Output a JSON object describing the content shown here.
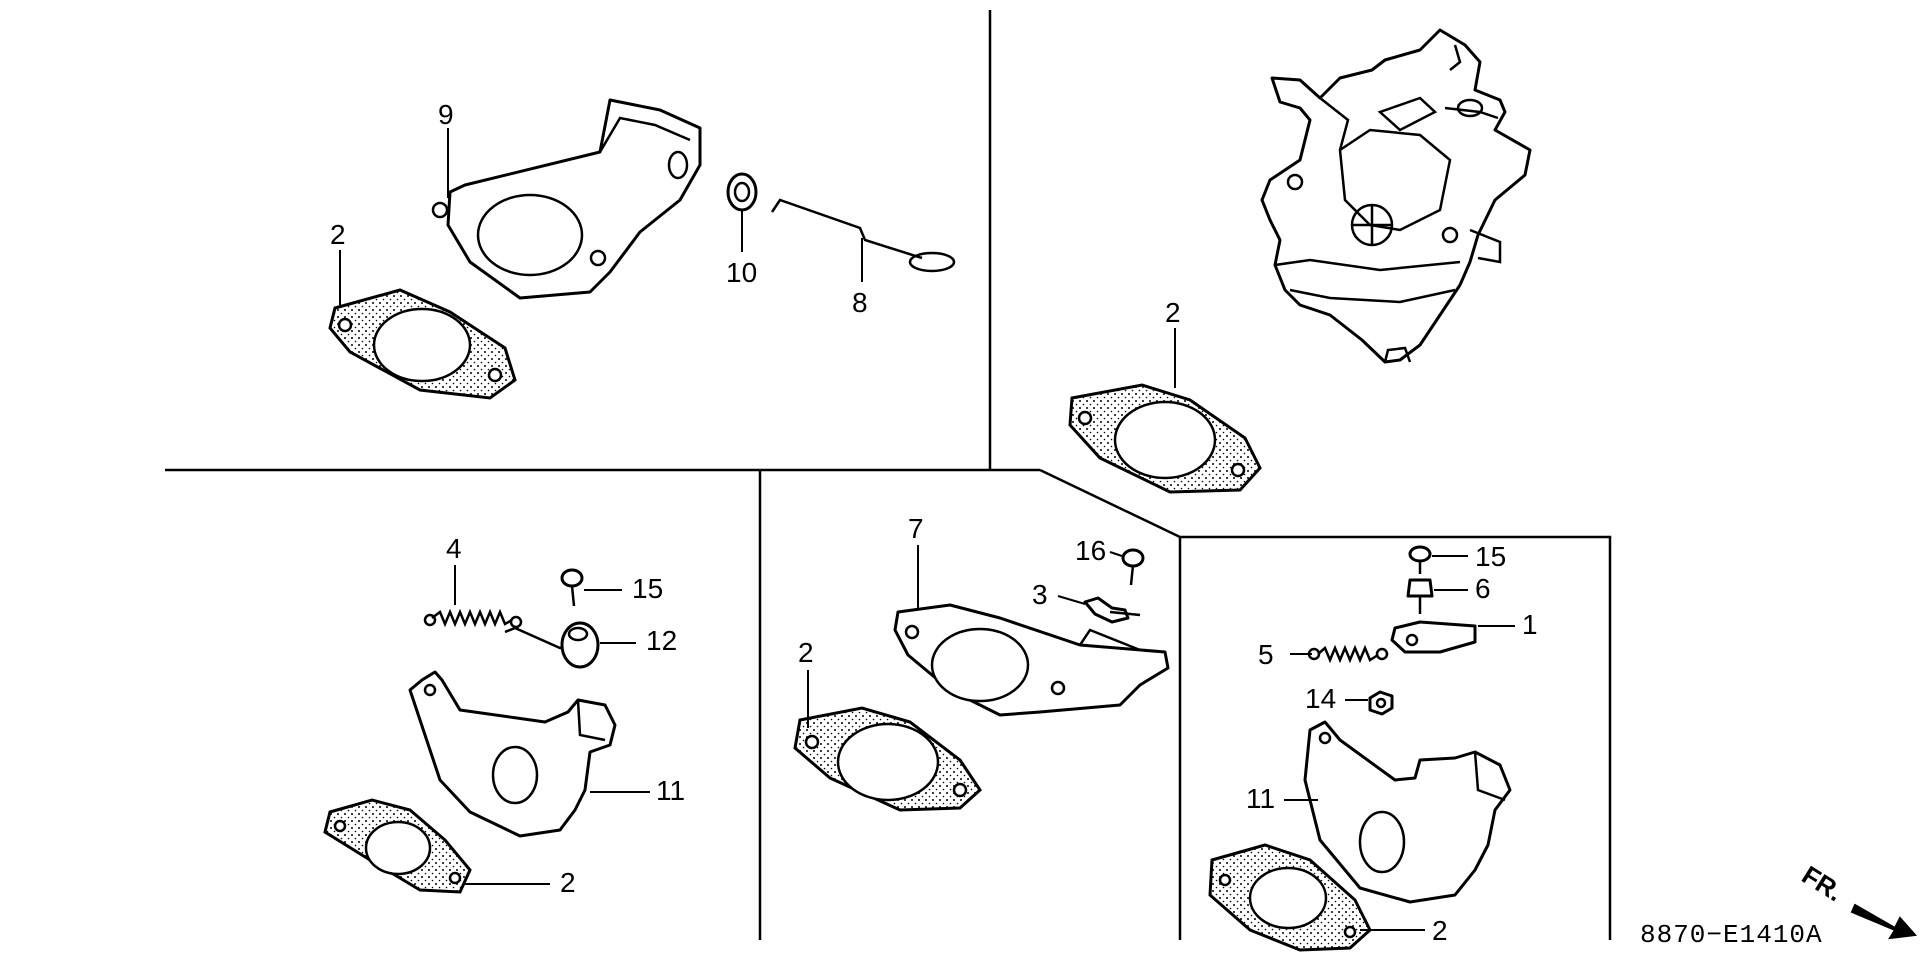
{
  "diagram": {
    "drawing_code": "8870−E1410A",
    "direction_label": "FR.",
    "callouts": {
      "c_tl_9": "9",
      "c_tl_2": "2",
      "c_tl_10": "10",
      "c_tl_8": "8",
      "c_tr_2": "2",
      "c_bl_4": "4",
      "c_bl_15": "15",
      "c_bl_12": "12",
      "c_bl_11": "11",
      "c_bl_2": "2",
      "c_bc_7": "7",
      "c_bc_16": "16",
      "c_bc_3": "3",
      "c_bc_2": "2",
      "c_br_15": "15",
      "c_br_6": "6",
      "c_br_1": "1",
      "c_br_5": "5",
      "c_br_14": "14",
      "c_br_11": "11",
      "c_br_2": "2"
    }
  }
}
